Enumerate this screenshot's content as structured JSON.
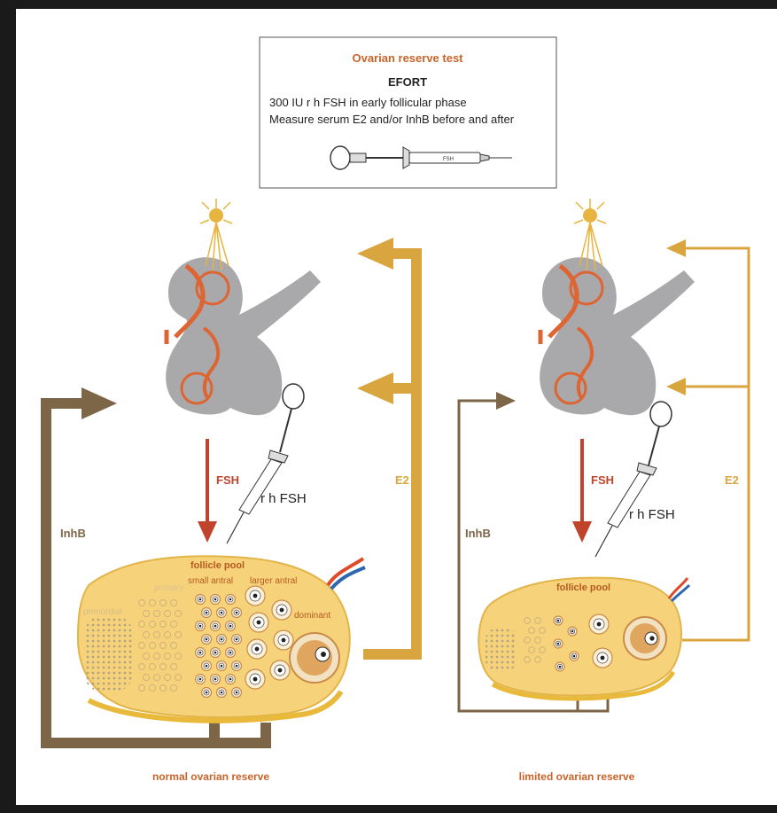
{
  "box": {
    "title": "Ovarian reserve test",
    "subtitle": "EFORT",
    "line1": "300 IU r h FSH in early follicular phase",
    "line2": "Measure serum E2 and/or InhB before and after",
    "syringe_label": "FSH"
  },
  "left": {
    "fsh": "FSH",
    "rhfsh": "r h FSH",
    "e2": "E2",
    "inhb": "InhB",
    "pool": "follicle pool",
    "primary": "primary",
    "primordial": "primordial",
    "small_antral": "small antral",
    "larger_antral": "larger antral",
    "dominant": "dominant",
    "caption": "normal ovarian reserve"
  },
  "right": {
    "fsh": "FSH",
    "rhfsh": "r h FSH",
    "e2": "E2",
    "inhb": "InhB",
    "pool": "follicle pool",
    "caption": "limited ovarian reserve"
  },
  "colors": {
    "frame": "#1a1a1a",
    "background": "#ffffff",
    "title_orange": "#c8642a",
    "e2_gold": "#d9a53f",
    "inhb_brown": "#7d6647",
    "fsh_red": "#c0432c",
    "ovary_yellow": "#f6d37a",
    "pituitary_gray": "#a9a9ab"
  }
}
